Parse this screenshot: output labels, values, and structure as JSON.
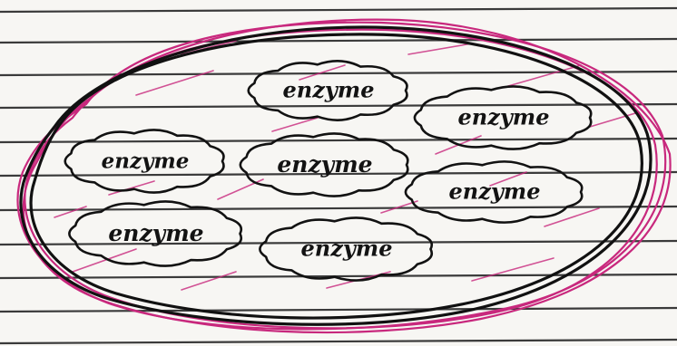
{
  "diagram": {
    "colors": {
      "paper": "#f7f6f3",
      "ruled_lines": "#3a3a3a",
      "ink": "#111111",
      "highlight": "#c8287d"
    },
    "ruled_line_count": 11,
    "enzymes": [
      {
        "label": "enzyme"
      },
      {
        "label": "enzyme"
      },
      {
        "label": "enzyme"
      },
      {
        "label": "enzyme"
      },
      {
        "label": "enzyme"
      },
      {
        "label": "enzyme"
      },
      {
        "label": "enzyme"
      }
    ]
  }
}
